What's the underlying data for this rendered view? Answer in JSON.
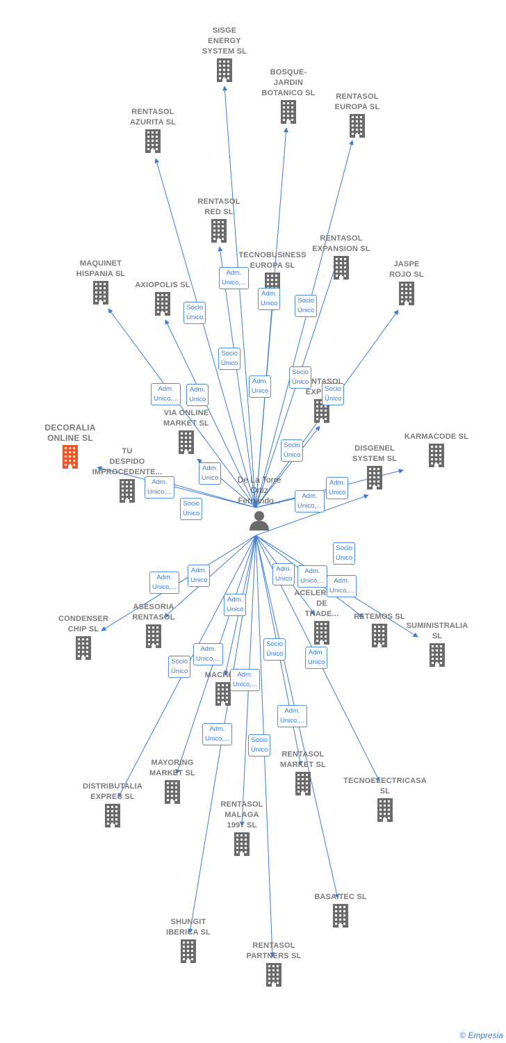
{
  "person": {
    "name": "De La Torre\nOrtiz\nFernando..."
  },
  "companies": [
    {
      "id": "sisge",
      "name": "SISGE\nENERGY\nSYSTEM  SL"
    },
    {
      "id": "bosque",
      "name": "BOSQUE-\nJARDIN\nBOTANICO SL"
    },
    {
      "id": "europa",
      "name": "RENTASOL\nEUROPA  SL"
    },
    {
      "id": "azurita",
      "name": "RENTASOL\nAZURITA  SL"
    },
    {
      "id": "red",
      "name": "RENTASOL\nRED  SL"
    },
    {
      "id": "expansion",
      "name": "RENTASOL\nEXPANSION  SL"
    },
    {
      "id": "tecnobusiness",
      "name": "TECNOBUSINESS\nEUROPA SL"
    },
    {
      "id": "maquinet",
      "name": "MAQUINET\nHISPANIA  SL"
    },
    {
      "id": "axiopolis",
      "name": "AXIOPOLIS SL"
    },
    {
      "id": "jaspe",
      "name": "JASPE\nROJO  SL"
    },
    {
      "id": "viaonline",
      "name": "VIA ONLINE\nMARKET SL"
    },
    {
      "id": "export",
      "name": "RENTASOL\nEXPORT"
    },
    {
      "id": "decoralia",
      "name": "DECORALIA\nONLINE  SL"
    },
    {
      "id": "karmacode",
      "name": "KARMACODE SL"
    },
    {
      "id": "despido",
      "name": "TU\nDESPIDO\nIMPROCEDENTE..."
    },
    {
      "id": "disgenel",
      "name": "DISGENEL\nSYSTEM  SL"
    },
    {
      "id": "condenser",
      "name": "CONDENSER\nCHIP SL"
    },
    {
      "id": "asesoria",
      "name": "ASESORIA\nRENTASOL"
    },
    {
      "id": "acelerador",
      "name": "ACELERADOR\nDE\nTRADE..."
    },
    {
      "id": "retemos",
      "name": "RETEMOS  SL"
    },
    {
      "id": "suministralia",
      "name": "SUMINISTRALIA\nSL"
    },
    {
      "id": "machine",
      "name": "MACHINE"
    },
    {
      "id": "distributalia",
      "name": "DISTRIBUTALIA\nEXPRES  SL"
    },
    {
      "id": "mayoring",
      "name": "MAYORING\nMARKET  SL"
    },
    {
      "id": "rmarket",
      "name": "RENTASOL\nMARKET  SL"
    },
    {
      "id": "tecnoelectricasa",
      "name": "TECNOELECTRICASA SL"
    },
    {
      "id": "malaga",
      "name": "RENTASOL\nMALAGA\n1997  SL"
    },
    {
      "id": "basaitec",
      "name": "BASAITEC  SL"
    },
    {
      "id": "shungit",
      "name": "SHUNGIT\nIBERICA  SL"
    },
    {
      "id": "partners",
      "name": "RENTASOL\nPARTNERS  SL"
    }
  ],
  "relations": [
    {
      "label": "Adm.\nUnico,..."
    },
    {
      "label": "Adm.\nUnico"
    },
    {
      "label": "Socio\nÚnico"
    },
    {
      "label": "Socio\nÚnico"
    },
    {
      "label": "Socio\nÚnico"
    },
    {
      "label": "Adm.\nUnico"
    },
    {
      "label": "Socio\nÚnico"
    },
    {
      "label": "Socio\nÚnico"
    },
    {
      "label": "Adm.\nUnico,..."
    },
    {
      "label": "Adm.\nUnico"
    },
    {
      "label": "Socio\nÚnico"
    },
    {
      "label": "Adm.\nUnico"
    },
    {
      "label": "Adm.\nUnico,..."
    },
    {
      "label": "Socio\nÚnico"
    },
    {
      "label": "Adm.\nUnico"
    },
    {
      "label": "Adm.\nUnico,..."
    },
    {
      "label": "Socio\nÚnico"
    },
    {
      "label": "Adm.\nUnico,..."
    },
    {
      "label": "Adm.\nUnico"
    },
    {
      "label": "Adm.\nUnico"
    },
    {
      "label": "Adm.\nUnico"
    },
    {
      "label": "Adm.\nUnico,..."
    },
    {
      "label": "Adm.\nUnico,..."
    },
    {
      "label": "Adm.\nUnico,..."
    },
    {
      "label": "Socio\nÚnico"
    },
    {
      "label": "Adm.\nUnico"
    },
    {
      "label": "Socio\nÚnico"
    },
    {
      "label": "Adm.\nUnico,..."
    },
    {
      "label": "Adm.\nUnico,..."
    },
    {
      "label": "Adm.\nUnico,..."
    },
    {
      "label": "Socio\nÚnico"
    }
  ],
  "colors": {
    "edge": "#3a7bd5",
    "building": "#6b6b6b",
    "highlight": "#f0542a",
    "person": "#6b6b6b"
  },
  "footer": {
    "copyright": "©",
    "brand": "Empresia"
  }
}
